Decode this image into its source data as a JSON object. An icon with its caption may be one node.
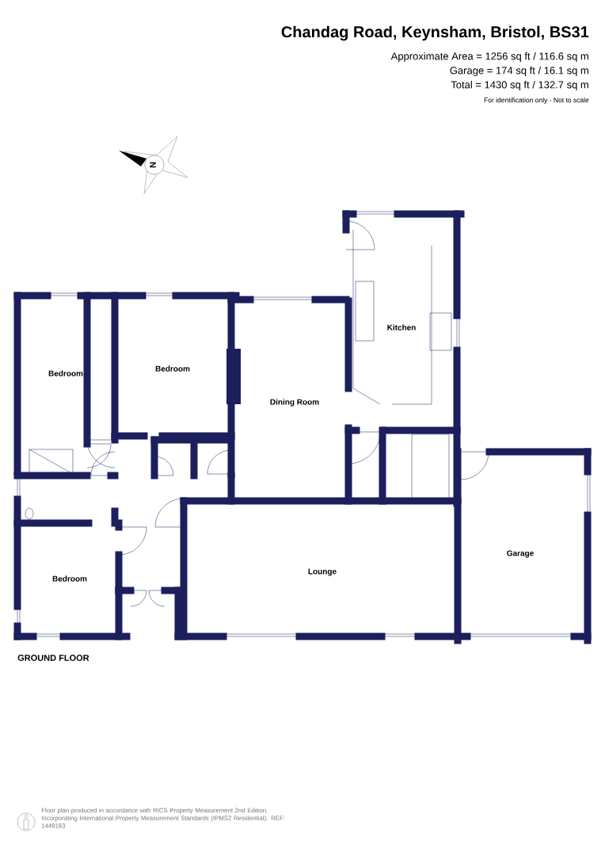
{
  "diagram": {
    "title": "Chandag Road, Keynsham, Bristol, BS31",
    "labels": [
      "Approximate Area = 1256 sq ft / 116.6 sq m",
      "Garage = 174 sq ft / 16.1 sq m",
      "Total = 1430 sq ft / 132.7 sq m",
      "For identification only - Not to scale",
      "N",
      "Kitchen",
      "Bedroom",
      "Bedroom",
      "Dining Room",
      "Bedroom",
      "Lounge",
      "Garage",
      "GROUND FLOOR",
      "Floor plan produced in accordance with RICS Property Measurement 2nd Edition, Incorporating International Property Measurement Standards (IPMS2 Residential). REF: 1449163"
    ]
  }
}
